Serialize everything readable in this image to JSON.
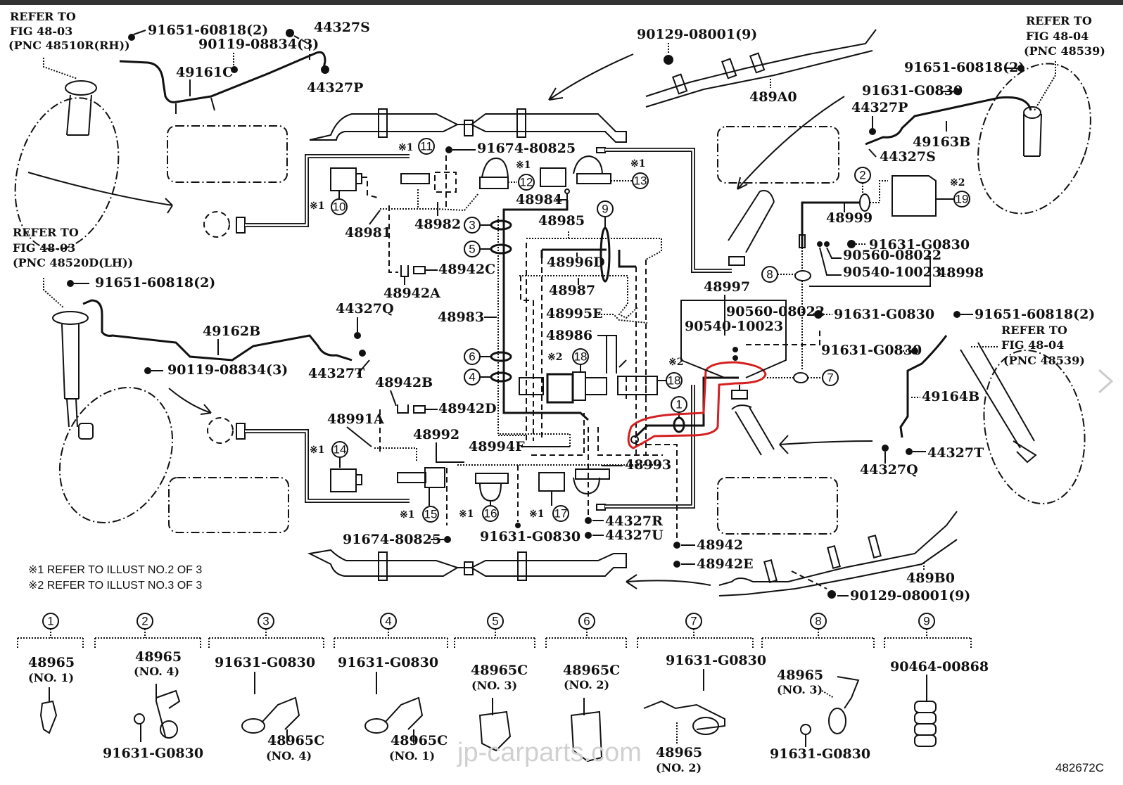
{
  "viewer": {
    "next_icon": "chevron-right-icon"
  },
  "diagram": {
    "figure_id": "482672C",
    "watermark": "jp-carparts.com",
    "notes": [
      "※1 REFER TO ILLUST NO.2 OF 3",
      "※2 REFER TO ILLUST NO.3 OF 3"
    ],
    "refer_blocks": {
      "top_left": [
        "REFER TO",
        "FIG 48-03",
        "(PNC 48510R(RH))"
      ],
      "mid_left": [
        "REFER TO",
        "FIG 48-03",
        "(PNC 48520D(LH))"
      ],
      "top_right": [
        "REFER TO",
        "FIG 48-04",
        "(PNC 48539)"
      ],
      "mid_right": [
        "REFER TO",
        "FIG 48-04",
        "(PNC 48539)"
      ]
    },
    "labels": {
      "p91651_60818_tl": "91651-60818(2)",
      "p90119_08834_tl": "90119-08834(3)",
      "p44327S_tl": "44327S",
      "p49161C": "49161C",
      "p44327P_tl": "44327P",
      "p90129_08001_top": "90129-08001(9)",
      "p489A0": "489A0",
      "p91651_60818_tr": "91651-60818(2)",
      "p91631_G0830_tr": "91631-G0830",
      "p44327P_tr": "44327P",
      "p49163B": "49163B",
      "p44327S_tr": "44327S",
      "p91674_80825_top": "91674-80825",
      "p48981": "48981",
      "p48982": "48982",
      "p48984": "48984",
      "p48985": "48985",
      "p48996D": "48996D",
      "p48987": "48987",
      "p48995E": "48995E",
      "p48986": "48986",
      "p48983": "48983",
      "p48942C": "48942C",
      "p48942A": "48942A",
      "p91651_60818_ml": "91651-60818(2)",
      "p49162B": "49162B",
      "p44327Q_l": "44327Q",
      "p90119_08834_ml": "90119-08834(3)",
      "p44327T_l": "44327T",
      "p48942B": "48942B",
      "p48942D": "48942D",
      "p48991A": "48991A",
      "p48992": "48992",
      "p48994F": "48994F",
      "p48993": "48993",
      "p91674_80825_bot": "91674-80825",
      "p91631_G0830_bot": "91631-G0830",
      "p44327R": "44327R",
      "p44327U": "44327U",
      "p48942": "48942",
      "p48942E": "48942E",
      "p489B0": "489B0",
      "p90129_08001_bot": "90129-08001(9)",
      "p48999": "48999",
      "p91631_G0830_r1": "91631-G0830",
      "p90560_08022_r1": "90560-08022",
      "p90540_10023_r1": "90540-10023",
      "p48998": "48998",
      "p48997": "48997",
      "p90560_08022_r2": "90560-08022",
      "p90540_10023_r2": "90540-10023",
      "p91631_G0830_r2": "91631-G0830",
      "p91631_G0830_r3": "91631-G0830",
      "p91651_60818_mr": "91651-60818(2)",
      "p49164B": "49164B",
      "p44327T_r": "44327T",
      "p44327Q_r": "44327Q"
    },
    "callouts": {
      "c1": "1",
      "c2": "2",
      "c3": "3",
      "c4": "4",
      "c5": "5",
      "c6": "6",
      "c7": "7",
      "c8": "8",
      "c9": "9",
      "c10": "10",
      "c11": "11",
      "c12": "12",
      "c13": "13",
      "c14": "14",
      "c15": "15",
      "c16": "16",
      "c17": "17",
      "c18": "18",
      "c19": "19"
    },
    "ref_marks": {
      "x1": "※1",
      "x2": "※2"
    },
    "detail_panels": [
      {
        "num": "1",
        "parts": [
          "48965",
          "(NO. 1)"
        ]
      },
      {
        "num": "2",
        "parts": [
          "48965",
          "(NO. 4)",
          "91631-G0830"
        ]
      },
      {
        "num": "3",
        "parts": [
          "91631-G0830",
          "48965C",
          "(NO. 4)"
        ]
      },
      {
        "num": "4",
        "parts": [
          "91631-G0830",
          "48965C",
          "(NO. 1)"
        ]
      },
      {
        "num": "5",
        "parts": [
          "48965C",
          "(NO. 3)"
        ]
      },
      {
        "num": "6",
        "parts": [
          "48965C",
          "(NO. 2)"
        ]
      },
      {
        "num": "7",
        "parts": [
          "91631-G0830",
          "48965",
          "(NO. 2)"
        ]
      },
      {
        "num": "8",
        "parts": [
          "48965",
          "(NO. 3)",
          "91631-G0830"
        ]
      },
      {
        "num": "9",
        "parts": [
          "90464-00868"
        ]
      }
    ],
    "highlight_color": "#d42020"
  }
}
